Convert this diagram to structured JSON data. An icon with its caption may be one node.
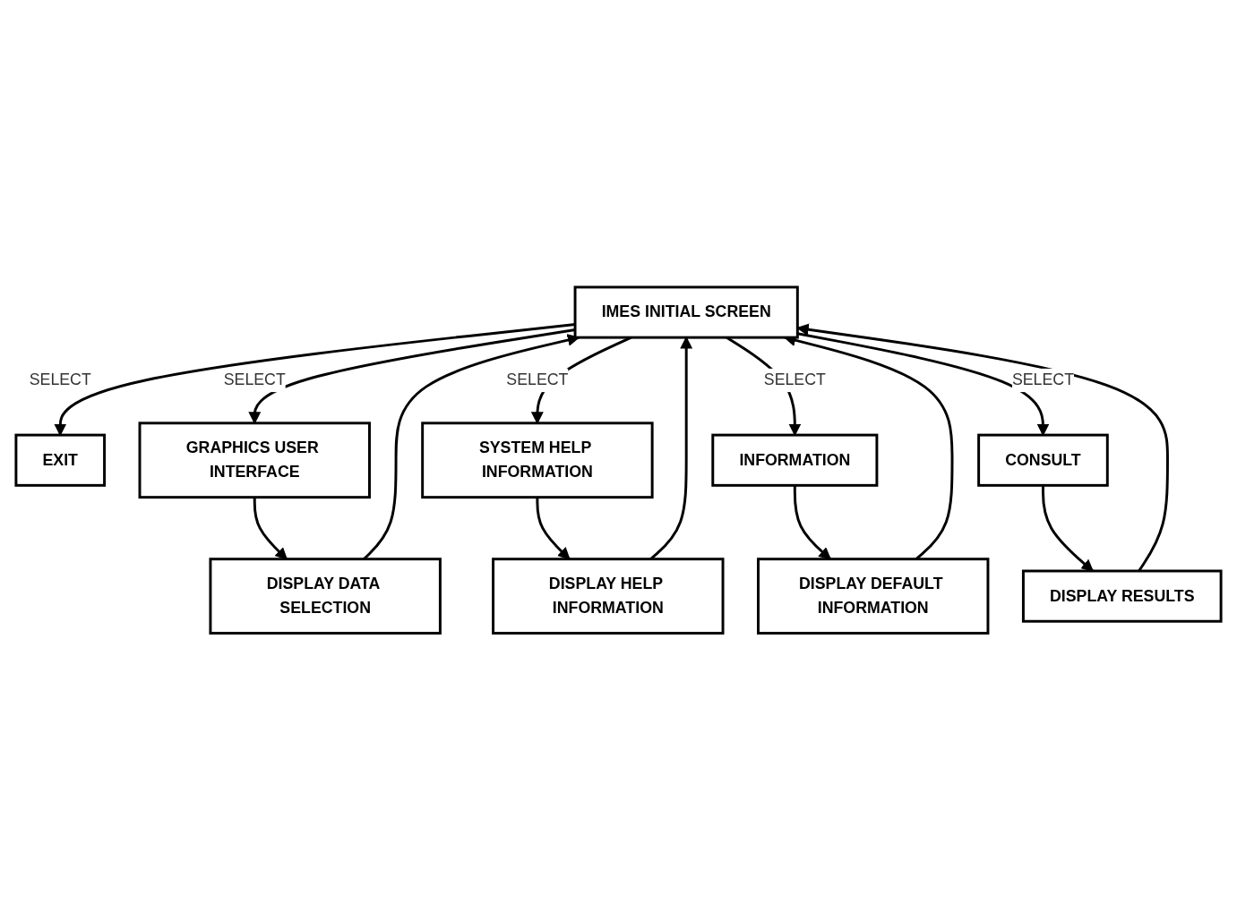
{
  "diagram": {
    "nodes": [
      {
        "text": [
          "IMES INITIAL SCREEN"
        ]
      },
      {
        "text": [
          "EXIT"
        ]
      },
      {
        "text": [
          "GRAPHICS USER INTERFACE"
        ]
      },
      {
        "text": [
          "SYSTEM HELP INFORMATION"
        ]
      },
      {
        "text": [
          "INFORMATION"
        ]
      },
      {
        "text": [
          "CONSULT"
        ]
      },
      {
        "text": [
          "DISPLAY DATA SELECTION"
        ]
      },
      {
        "text": [
          "DISPLAY HELP INFORMATION"
        ]
      },
      {
        "text": [
          "DISPLAY DEFAULT INFORMATION"
        ]
      },
      {
        "text": [
          "DISPLAY RESULTS"
        ]
      }
    ],
    "edges": [
      {
        "from": 0,
        "to": 1,
        "arrow": "to",
        "label": "SELECT"
      },
      {
        "from": 0,
        "to": 2,
        "arrow": "to",
        "label": "SELECT"
      },
      {
        "from": 0,
        "to": 3,
        "arrow": "to",
        "label": "SELECT"
      },
      {
        "from": 0,
        "to": 4,
        "arrow": "to",
        "label": "SELECT"
      },
      {
        "from": 0,
        "to": 5,
        "arrow": "to",
        "label": "SELECT"
      },
      {
        "from": 2,
        "to": 6,
        "arrow": "to"
      },
      {
        "from": 3,
        "to": 7,
        "arrow": "to"
      },
      {
        "from": 4,
        "to": 8,
        "arrow": "to"
      },
      {
        "from": 5,
        "to": 9,
        "arrow": "to"
      },
      {
        "from": 6,
        "to": 0,
        "arrow": "to"
      },
      {
        "from": 7,
        "to": 0,
        "arrow": "to"
      },
      {
        "from": 8,
        "to": 0,
        "arrow": "to"
      },
      {
        "from": 9,
        "to": 0,
        "arrow": "to"
      }
    ]
  }
}
